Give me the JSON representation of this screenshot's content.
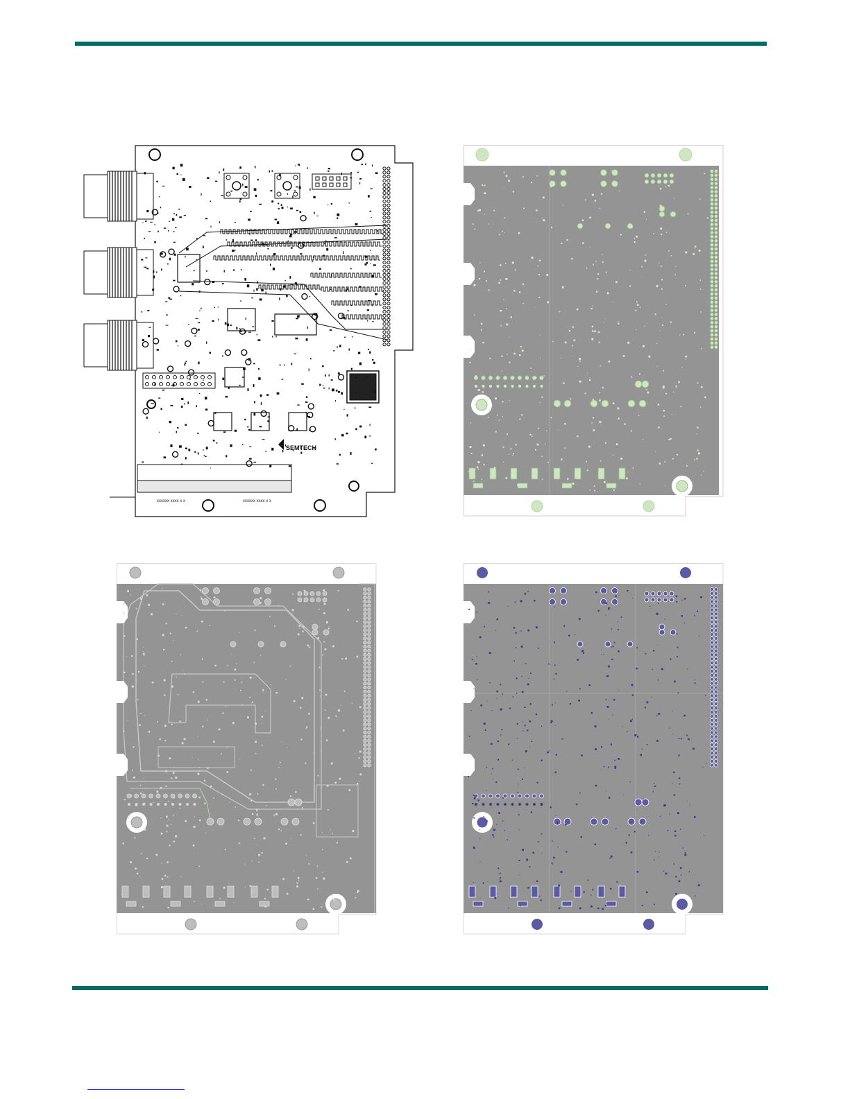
{
  "page": {
    "brand_color": "#006b63",
    "link_color": "#1a1aee"
  },
  "assembly": {
    "logo_text": "SEMTECH",
    "silk_label_1": "xxxxxx xxxx x x",
    "silk_label_2": "xxxxxx xxxx x x",
    "outline_color": "#111111"
  },
  "layers": [
    {
      "id": "layer2",
      "copper_color": "#949494",
      "pad_color": "#cfe6c3",
      "pad_stroke": "#8fbf7f"
    },
    {
      "id": "layer3",
      "copper_color": "#949494",
      "pad_color": "#bdbdbd",
      "pad_stroke": "#e0e0e0"
    },
    {
      "id": "layer4",
      "copper_color": "#949494",
      "pad_color": "#5b5ba5",
      "pad_stroke": "#ffffff"
    }
  ]
}
